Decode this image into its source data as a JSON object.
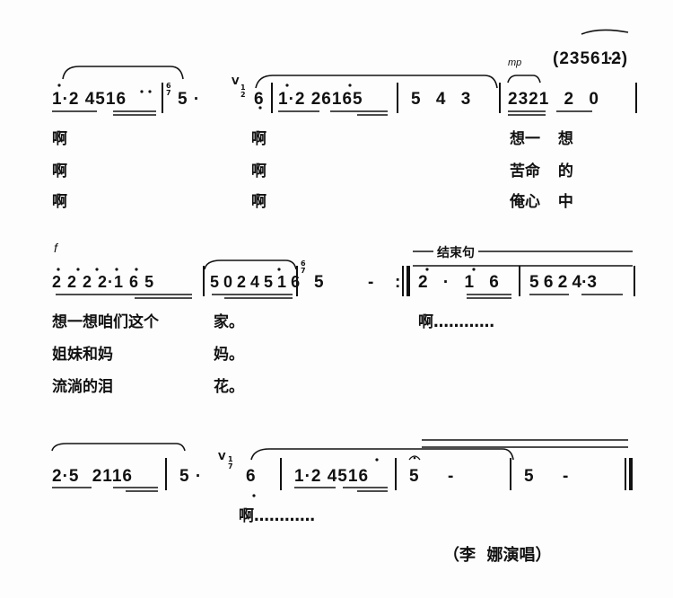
{
  "system1": {
    "dynamic": "mp",
    "cadenza": "(235612)",
    "measures": [
      "1·2  4516",
      "5 ·",
      "6",
      "1·2  26165",
      "5  4  3",
      "2321  2 0"
    ],
    "grace1": "6\n7",
    "grace2": "1\n2",
    "breath": "V",
    "lyrics_rows": [
      {
        "a": "啊",
        "b": "啊",
        "c": "想一  想"
      },
      {
        "a": "啊",
        "b": "啊",
        "c": "苦命  的"
      },
      {
        "a": "啊",
        "b": "啊",
        "c": "俺心  中"
      }
    ]
  },
  "system2": {
    "dynamic": "f",
    "ending_label": "结束句",
    "measures": [
      "2 2 2 2·1 6 5",
      "5 0 2 4 5 1 6",
      "5",
      "-",
      "2 ·  1 6",
      "5 6 2  4·3"
    ],
    "grace": "6\n7",
    "lyrics_rows": [
      {
        "a": "想一想咱们这个",
        "b": "家。",
        "c": "啊…………"
      },
      {
        "a": "姐妹和妈",
        "b": "妈。",
        "c": ""
      },
      {
        "a": "流淌的泪",
        "b": "花。",
        "c": ""
      }
    ]
  },
  "system3": {
    "measures": [
      "2·5   2116",
      "5 ·",
      "6",
      "1·2  4516",
      "5     -",
      "5     -"
    ],
    "grace": "1\n7",
    "breath": "V",
    "lyric": "啊…………"
  },
  "credit": "（李  娜演唱）"
}
